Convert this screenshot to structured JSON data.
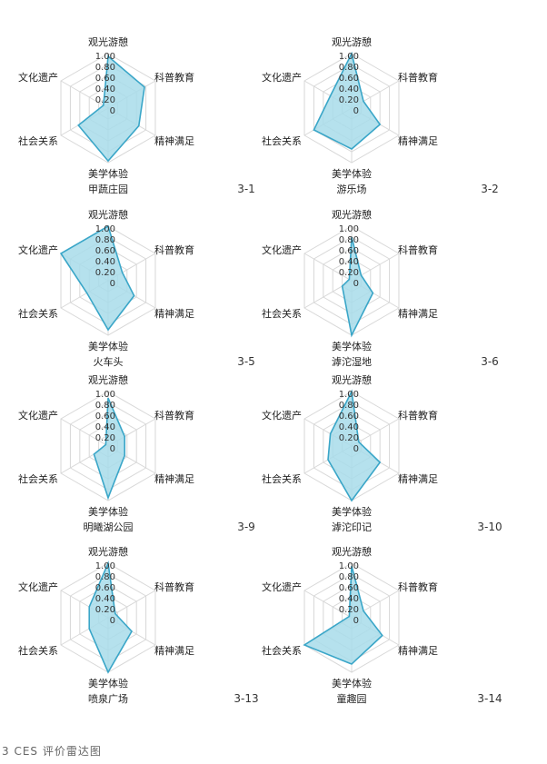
{
  "caption": "3 CES 评价雷达图",
  "chart_data": [
    {
      "type": "radar",
      "id": "3-1",
      "title": "甲蔬庄园",
      "axes": [
        "观光游憩",
        "科普教育",
        "精神满足",
        "美学体验",
        "社会关系",
        "文化遗产"
      ],
      "ticks": [
        "1.00",
        "0.80",
        "0.60",
        "0.40",
        "0.20",
        "0"
      ],
      "range": [
        0,
        1
      ],
      "values": [
        0.95,
        0.77,
        0.65,
        0.97,
        0.63,
        0.1
      ]
    },
    {
      "type": "radar",
      "id": "3-2",
      "title": "游乐场",
      "axes": [
        "观光游憩",
        "科普教育",
        "精神满足",
        "美学体验",
        "社会关系",
        "文化遗产"
      ],
      "ticks": [
        "1.00",
        "0.80",
        "0.60",
        "0.40",
        "0.20",
        "0"
      ],
      "range": [
        0,
        1
      ],
      "values": [
        1.0,
        0.25,
        0.6,
        0.75,
        0.8,
        0.45
      ]
    },
    {
      "type": "radar",
      "id": "3-5",
      "title": "火车头",
      "axes": [
        "观光游憩",
        "科普教育",
        "精神满足",
        "美学体验",
        "社会关系",
        "文化遗产"
      ],
      "ticks": [
        "1.00",
        "0.80",
        "0.60",
        "0.40",
        "0.20",
        "0"
      ],
      "range": [
        0,
        1
      ],
      "values": [
        1.0,
        0.3,
        0.55,
        0.9,
        0.45,
        1.0
      ]
    },
    {
      "type": "radar",
      "id": "3-6",
      "title": "滹沱湿地",
      "axes": [
        "观光游憩",
        "科普教育",
        "精神满足",
        "美学体验",
        "社会关系",
        "文化遗产"
      ],
      "ticks": [
        "1.00",
        "0.80",
        "0.60",
        "0.40",
        "0.20",
        "0"
      ],
      "range": [
        0,
        1
      ],
      "values": [
        0.8,
        0.2,
        0.45,
        1.0,
        0.2,
        0.05
      ]
    },
    {
      "type": "radar",
      "id": "3-9",
      "title": "明曦湖公园",
      "axes": [
        "观光游憩",
        "科普教育",
        "精神满足",
        "美学体验",
        "社会关系",
        "文化遗产"
      ],
      "ticks": [
        "1.00",
        "0.80",
        "0.60",
        "0.40",
        "0.20",
        "0"
      ],
      "range": [
        0,
        1
      ],
      "values": [
        0.88,
        0.35,
        0.35,
        0.95,
        0.3,
        0.05
      ]
    },
    {
      "type": "radar",
      "id": "3-10",
      "title": "滹沱印记",
      "axes": [
        "观光游憩",
        "科普教育",
        "精神满足",
        "美学体验",
        "社会关系",
        "文化遗产"
      ],
      "ticks": [
        "1.00",
        "0.80",
        "0.60",
        "0.40",
        "0.20",
        "0"
      ],
      "range": [
        0,
        1
      ],
      "values": [
        1.0,
        0.15,
        0.6,
        1.0,
        0.5,
        0.45
      ]
    },
    {
      "type": "radar",
      "id": "3-13",
      "title": "喷泉广场",
      "axes": [
        "观光游憩",
        "科普教育",
        "精神满足",
        "美学体验",
        "社会关系",
        "文化遗产"
      ],
      "ticks": [
        "1.00",
        "0.80",
        "0.60",
        "0.40",
        "0.20",
        "0"
      ],
      "range": [
        0,
        1
      ],
      "values": [
        1.0,
        0.15,
        0.5,
        1.0,
        0.4,
        0.4
      ]
    },
    {
      "type": "radar",
      "id": "3-14",
      "title": "童趣园",
      "axes": [
        "观光游憩",
        "科普教育",
        "精神满足",
        "美学体验",
        "社会关系",
        "文化遗产"
      ],
      "ticks": [
        "1.00",
        "0.80",
        "0.60",
        "0.40",
        "0.20",
        "0"
      ],
      "range": [
        0,
        1
      ],
      "values": [
        0.95,
        0.25,
        0.65,
        0.85,
        1.0,
        0.05
      ]
    }
  ],
  "colors": {
    "fill": "#a8dcea",
    "stroke": "#3aa6c8",
    "grid": "#d8d8d8"
  }
}
